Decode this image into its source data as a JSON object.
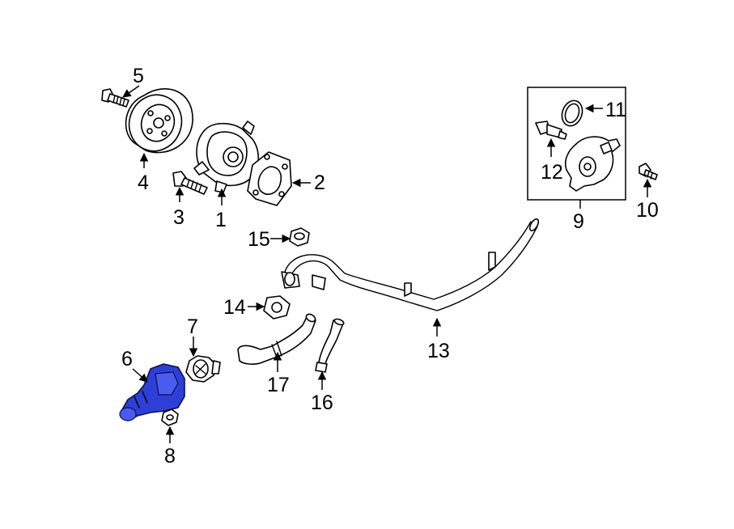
{
  "callouts": {
    "c1": "1",
    "c2": "2",
    "c3": "3",
    "c4": "4",
    "c5": "5",
    "c6": "6",
    "c7": "7",
    "c8": "8",
    "c9": "9",
    "c10": "10",
    "c11": "11",
    "c12": "12",
    "c13": "13",
    "c14": "14",
    "c15": "15",
    "c16": "16",
    "c17": "17"
  },
  "highlight_color": "#2d3fd6",
  "highlighted_part": "6"
}
